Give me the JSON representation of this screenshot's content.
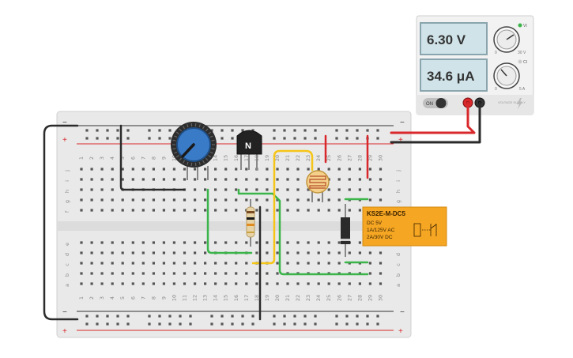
{
  "power_supply": {
    "voltage_display": "6.30 V",
    "current_display": "34.6 μA",
    "voltage_indicator": "VI",
    "current_indicator": "CI",
    "voltage_range_max": "30 V",
    "current_range_max": "5 A",
    "range_min": "0",
    "power_switch_label": "ON",
    "brand_label": "VOLTAGE SUPPLY",
    "power_on": true
  },
  "breadboard": {
    "column_count": 30,
    "column_labels": [
      "1",
      "2",
      "3",
      "4",
      "5",
      "6",
      "7",
      "8",
      "9",
      "10",
      "11",
      "12",
      "13",
      "14",
      "15",
      "16",
      "17",
      "18",
      "19",
      "20",
      "21",
      "22",
      "23",
      "24",
      "25",
      "26",
      "27",
      "28",
      "29",
      "30"
    ],
    "row_labels_top": [
      "j",
      "i",
      "h",
      "g",
      "f"
    ],
    "row_labels_bottom": [
      "e",
      "d",
      "c",
      "b",
      "a"
    ],
    "rail_plus": "+",
    "rail_minus": "−"
  },
  "components": {
    "transistor_label": "N",
    "relay": {
      "model": "KS2E-M-DC5",
      "line1": "DC 5V",
      "line2": "1A/125V AC",
      "line3": "2A/30V DC"
    }
  },
  "colors": {
    "red_wire": "#d9282b",
    "black_wire": "#2b2b2b",
    "green_wire": "#3bb54a",
    "yellow_wire": "#f5c518",
    "pot_blue": "#3a7bc8",
    "relay_orange": "#f5a623",
    "led_green": "#3bb54a"
  }
}
